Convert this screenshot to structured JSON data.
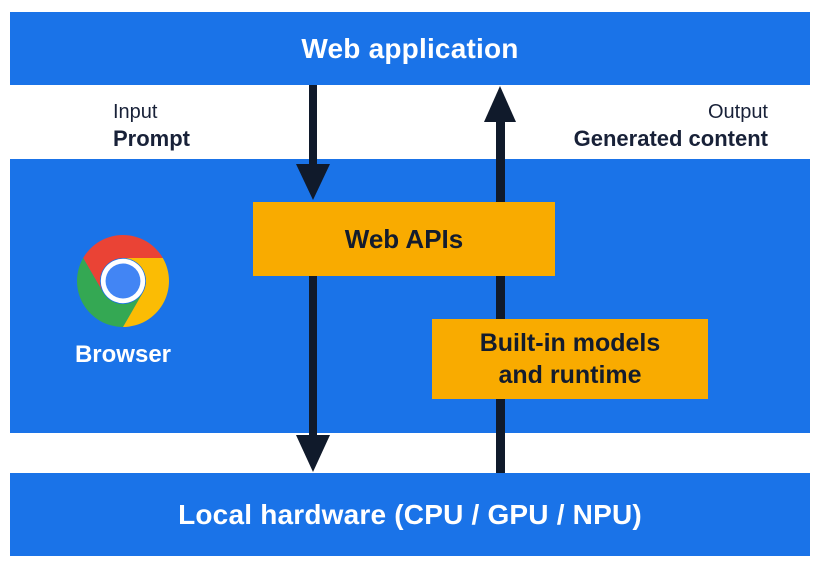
{
  "colors": {
    "section_blue": "#1A73E8",
    "box_yellow": "#F9AB00",
    "arrow_dark": "#101A2B",
    "label_dark": "#182138",
    "chrome_red": "#EA4335",
    "chrome_yellow": "#FBBC04",
    "chrome_green": "#34A853",
    "chrome_blue": "#4285F4"
  },
  "top_bar": {
    "label": "Web application"
  },
  "flow_labels": {
    "input": {
      "line1": "Input",
      "line2": "Prompt"
    },
    "output": {
      "line1": "Output",
      "line2": "Generated content"
    }
  },
  "browser_section": {
    "label": "Browser",
    "logo": "chrome-logo"
  },
  "boxes": {
    "web_apis": {
      "label": "Web APIs"
    },
    "builtin_models": {
      "line1": "Built-in models",
      "line2": "and runtime"
    }
  },
  "bottom_bar": {
    "label": "Local hardware (CPU / GPU / NPU)"
  }
}
